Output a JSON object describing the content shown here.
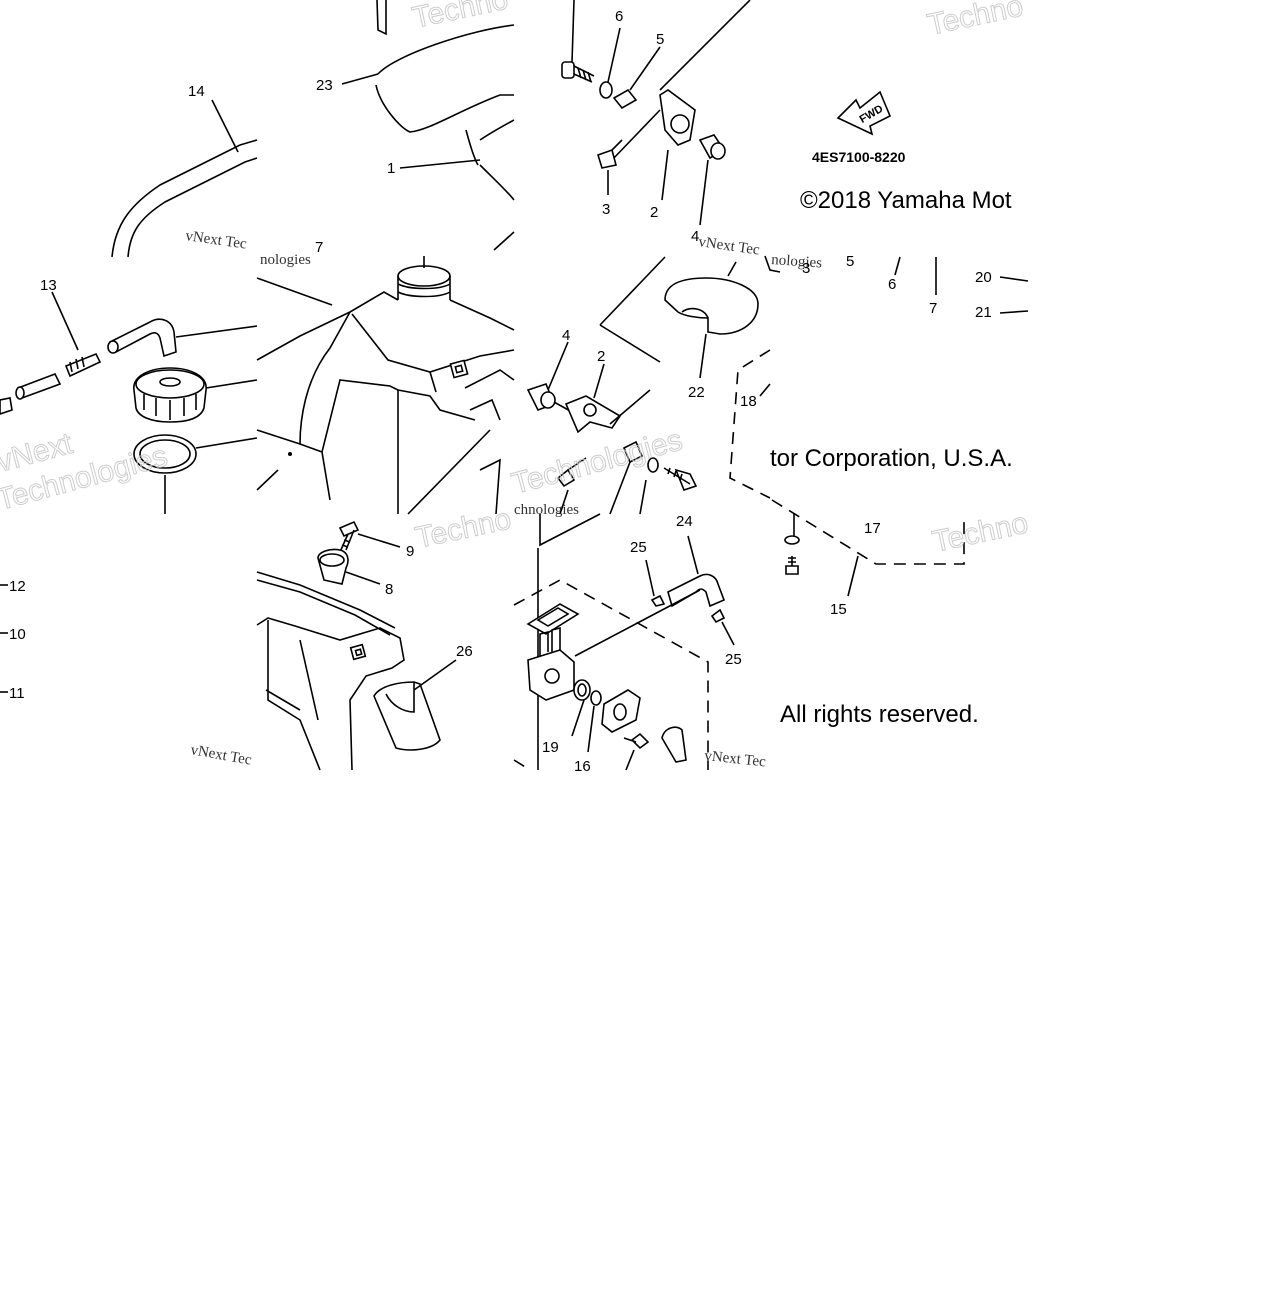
{
  "diagram": {
    "callouts": {
      "c1": "1",
      "c2a": "2",
      "c2b": "2",
      "c3a": "3",
      "c3b": "3",
      "c4a": "4",
      "c4b": "4",
      "c5a": "5",
      "c5b": "5",
      "c6a": "6",
      "c6b": "6",
      "c7a": "7",
      "c7b": "7",
      "c8": "8",
      "c9": "9",
      "c10": "10",
      "c11": "11",
      "c12": "12",
      "c13": "13",
      "c14": "14",
      "c15": "15",
      "c16": "16",
      "c17": "17",
      "c18": "18",
      "c19": "19",
      "c20": "20",
      "c21": "21",
      "c22": "22",
      "c23": "23",
      "c24": "24",
      "c25a": "25",
      "c25b": "25",
      "c26": "26"
    },
    "part_code": "4ES7100-8220",
    "fwd_label": "FWD",
    "copyright_line1": "©2018 Yamaha Mot",
    "copyright_line2": "tor Corporation, U.S.A.",
    "rights": "All rights reserved.",
    "watermark_outline": "Technologies",
    "watermark_outline_short": "Techno",
    "watermark_next": "vNext",
    "watermark_text": "vNext Technologies",
    "watermark_fragment_a": "vNext Tec",
    "watermark_fragment_b": "chnologies",
    "watermark_fragment_c": "nologies"
  }
}
